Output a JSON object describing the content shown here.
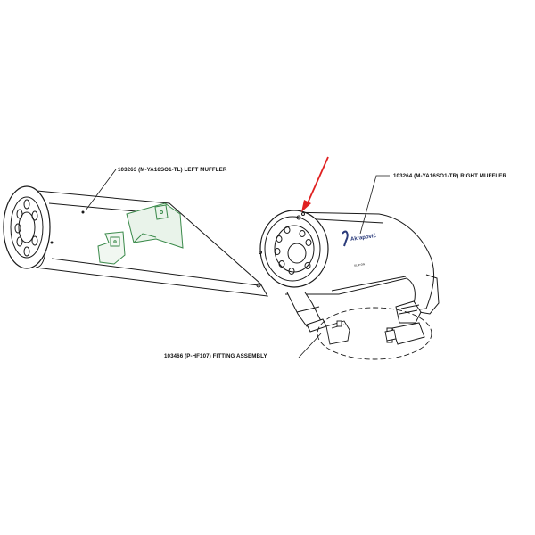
{
  "labels": {
    "left_muffler": "103263 (M-YA16SO1-TL) LEFT MUFFLER",
    "right_muffler": "103264 (M-YA16SO1-TR) RIGHT MUFFLER",
    "fitting_assembly": "103466 (P-HF107) FITTING ASSEMBLY"
  },
  "logo": {
    "brand": "Akrapovič",
    "sub": "SLIP-ON"
  },
  "colors": {
    "line": "#1a1a1a",
    "bracket": "#3a8a4a",
    "arrow": "#e02020",
    "logo": "#2a3a7a"
  }
}
